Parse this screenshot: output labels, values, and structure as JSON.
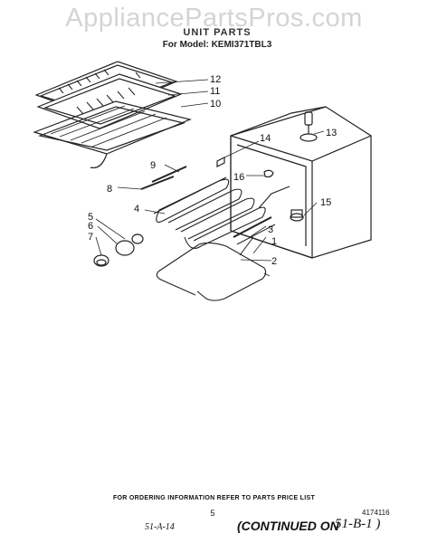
{
  "watermark": "AppliancePartsPros.com",
  "header": {
    "title": "UNIT PARTS",
    "model": "For Model: KEMI371TBL3"
  },
  "callouts": {
    "c1": "1",
    "c2": "2",
    "c3": "3",
    "c4": "4",
    "c5": "5",
    "c6": "6",
    "c7": "7",
    "c8": "8",
    "c9": "9",
    "c10": "10",
    "c11": "11",
    "c12": "12",
    "c13": "13",
    "c14": "14",
    "c15": "15",
    "c16": "16"
  },
  "footer": {
    "ordering_info": "FOR ORDERING INFORMATION REFER TO PARTS PRICE LIST",
    "page_number": "5",
    "part_number": "4174116",
    "handwritten_ref": "51-A-14",
    "continued_label": "(CONTINUED ON",
    "continued_ref": "51-B-1 )"
  }
}
